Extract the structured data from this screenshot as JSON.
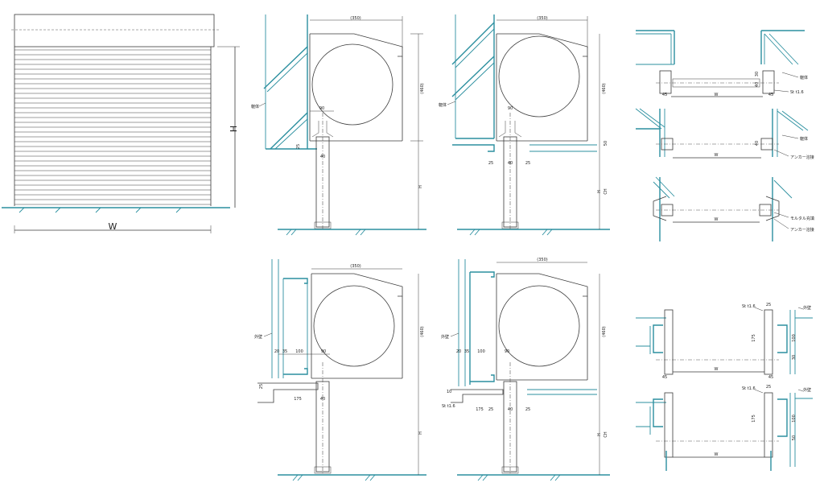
{
  "overview": {
    "width_label": "W",
    "height_label": "H"
  },
  "sections": {
    "box_width": "(350)",
    "box_height": "(460)",
    "h": "H",
    "ch": "CH",
    "dim_50": "50",
    "dim_25": "25",
    "dim_20": "20",
    "dim_35": "35",
    "dim_90": "90",
    "dim_100": "100",
    "dim_175": "175",
    "dim_40": "40",
    "dim_10": "10",
    "st": "St t1.6",
    "wall": "躯体",
    "outer_wall": "外壁"
  },
  "plans": {
    "w": "W",
    "dim_45": "45",
    "dim_30": "30",
    "dim_50": "50",
    "dim_40": "40",
    "dim_25": "25",
    "dim_175": "175",
    "dim_100": "100",
    "st": "St t1.6",
    "wall": "躯体",
    "anchor": "アンカー溶接",
    "mortar": "モルタル充填",
    "outer_wall": "外壁"
  }
}
